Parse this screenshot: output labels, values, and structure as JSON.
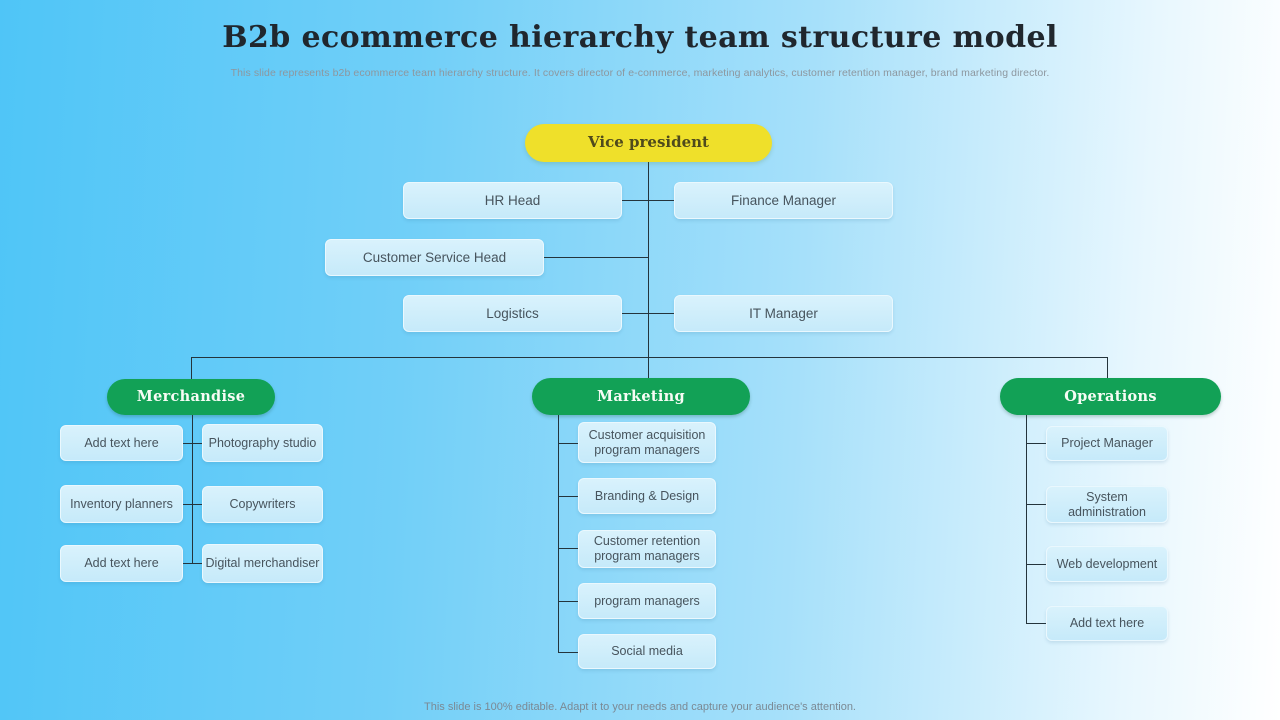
{
  "slide": {
    "title": "B2b ecommerce hierarchy team structure model",
    "subtitle": "This slide represents  b2b ecommerce team hierarchy structure. It covers director of e-commerce, marketing analytics, customer retention manager, brand marketing director.",
    "footer": "This slide is 100% editable. Adapt it to your needs and capture your audience's attention."
  },
  "org": {
    "root": {
      "label": "Vice president"
    },
    "executives": [
      {
        "label": "HR Head"
      },
      {
        "label": "Finance Manager"
      },
      {
        "label": "Customer Service Head"
      },
      {
        "label": "Logistics"
      },
      {
        "label": "IT Manager"
      }
    ],
    "departments": [
      {
        "label": "Merchandise",
        "left": [
          "Add text here",
          "Inventory planners",
          "Add text here"
        ],
        "right": [
          "Photography studio",
          "Copywriters",
          "Digital merchandiser"
        ]
      },
      {
        "label": "Marketing",
        "children": [
          "Customer acquisition program managers",
          "Branding & Design",
          "Customer retention program managers",
          "program managers",
          "Social media"
        ]
      },
      {
        "label": "Operations",
        "children": [
          "Project Manager",
          "System administration",
          "Web development",
          "Add text here"
        ]
      }
    ]
  },
  "colors": {
    "background_left": "#4fc5f7",
    "background_right": "#ffffff",
    "root_fill": "#efe02a",
    "root_text": "#4f4a1c",
    "department_fill": "#12a156",
    "department_text": "#f7fcf5",
    "node_fill": "#cdeefb",
    "node_text": "#47545d",
    "connector": "#24343c",
    "title_text": "#20272e"
  }
}
